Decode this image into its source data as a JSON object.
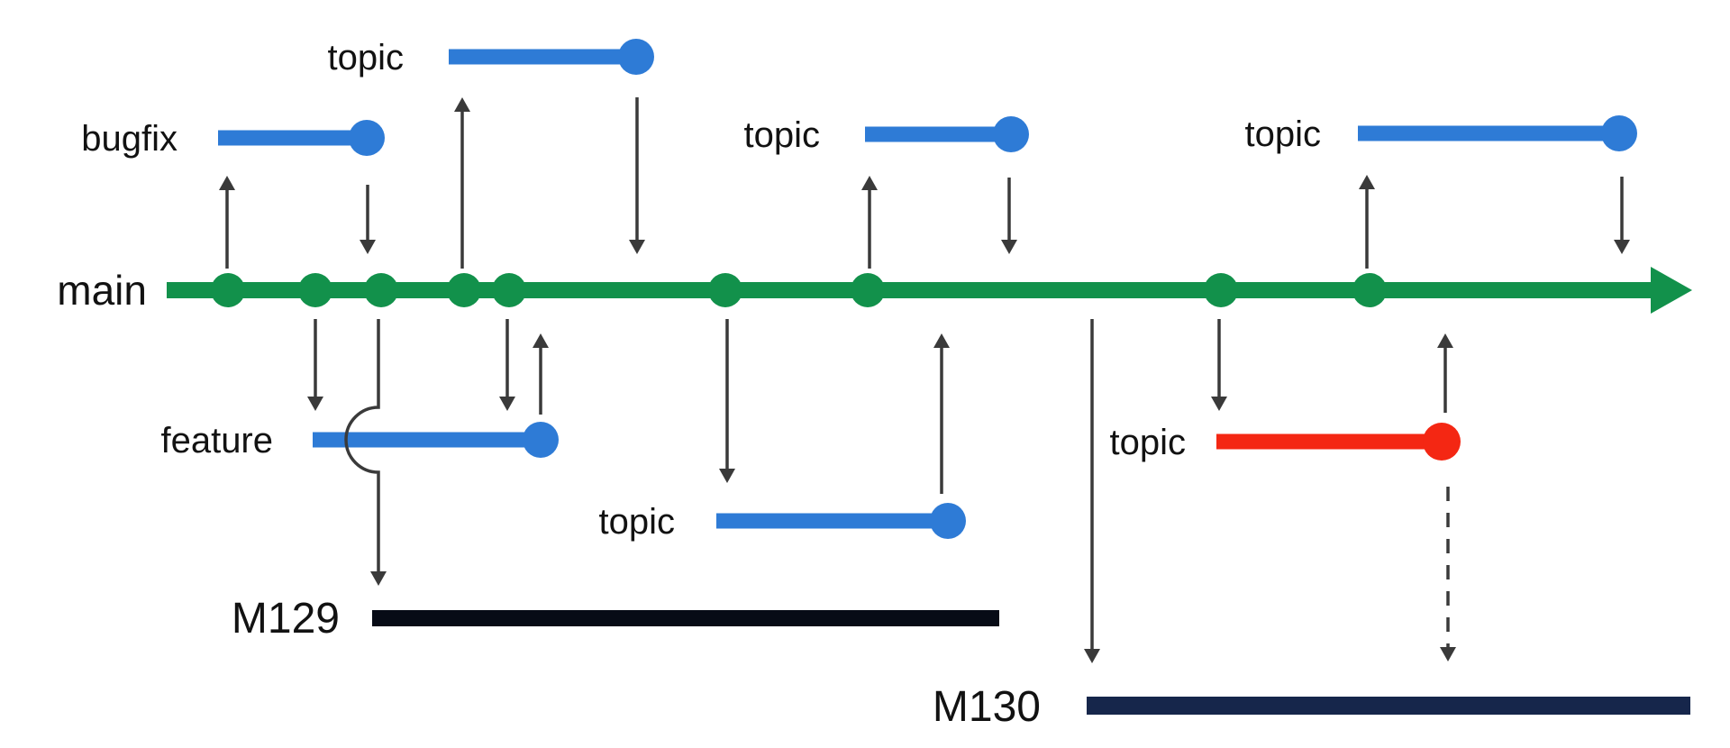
{
  "diagram_title": "git-branching-release-diagram",
  "branches": {
    "main": {
      "label": "main",
      "commit_count": 9
    },
    "bugfix": {
      "label": "bugfix"
    },
    "topic_top": {
      "label": "topic"
    },
    "topic_mid": {
      "label": "topic"
    },
    "topic_right": {
      "label": "topic"
    },
    "feature": {
      "label": "feature"
    },
    "topic_lower": {
      "label": "topic"
    },
    "topic_red": {
      "label": "topic"
    }
  },
  "releases": {
    "m129": {
      "label": "M129"
    },
    "m130": {
      "label": "M130"
    }
  },
  "colors": {
    "main_branch": "#12914B",
    "topic_branch": "#2E7BD6",
    "hotfix_branch": "#F42713",
    "release_m129": "#070B16",
    "release_m130": "#16264B",
    "arrow": "#3A3A3A",
    "text": "#121212",
    "background": "#FFFFFF"
  }
}
